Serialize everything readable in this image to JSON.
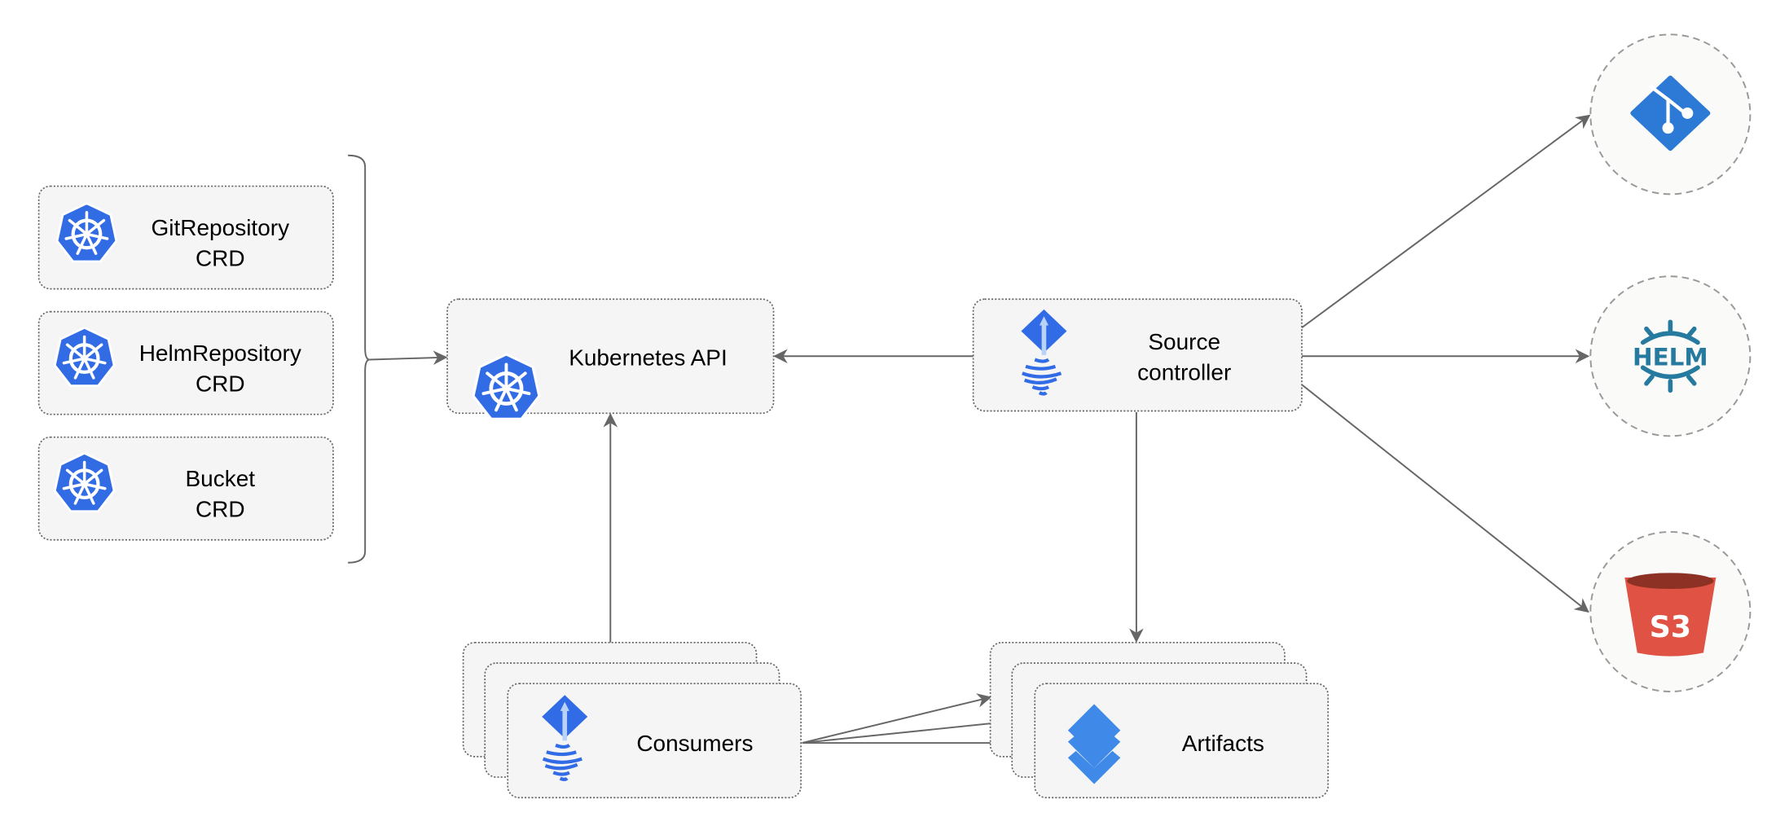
{
  "nodes": {
    "git_repository_crd": {
      "line1": "GitRepository",
      "line2": "CRD",
      "icon": "kubernetes-icon"
    },
    "helm_repository_crd": {
      "line1": "HelmRepository",
      "line2": "CRD",
      "icon": "kubernetes-icon"
    },
    "bucket_crd": {
      "line1": "Bucket",
      "line2": "CRD",
      "icon": "kubernetes-icon"
    },
    "kubernetes_api": {
      "label": "Kubernetes API",
      "icon": "kubernetes-icon"
    },
    "source_controller": {
      "line1": "Source",
      "line2": "controller",
      "icon": "flux-icon"
    },
    "consumers": {
      "label": "Consumers",
      "icon": "flux-icon"
    },
    "artifacts": {
      "label": "Artifacts",
      "icon": "layers-icon"
    },
    "git": {
      "icon": "git-icon"
    },
    "helm": {
      "icon": "helm-icon",
      "logo_text": "HELM"
    },
    "s3": {
      "icon": "s3-bucket-icon",
      "logo_text": "S3"
    }
  },
  "colors": {
    "kubernetes": "#326ce5",
    "flux": "#316ce6",
    "git": "#2c79d6",
    "helm": "#277a9f",
    "s3": "#e05243",
    "s3_dark": "#8c3123",
    "layers": "#3f8ae8",
    "edge": "#666666"
  }
}
